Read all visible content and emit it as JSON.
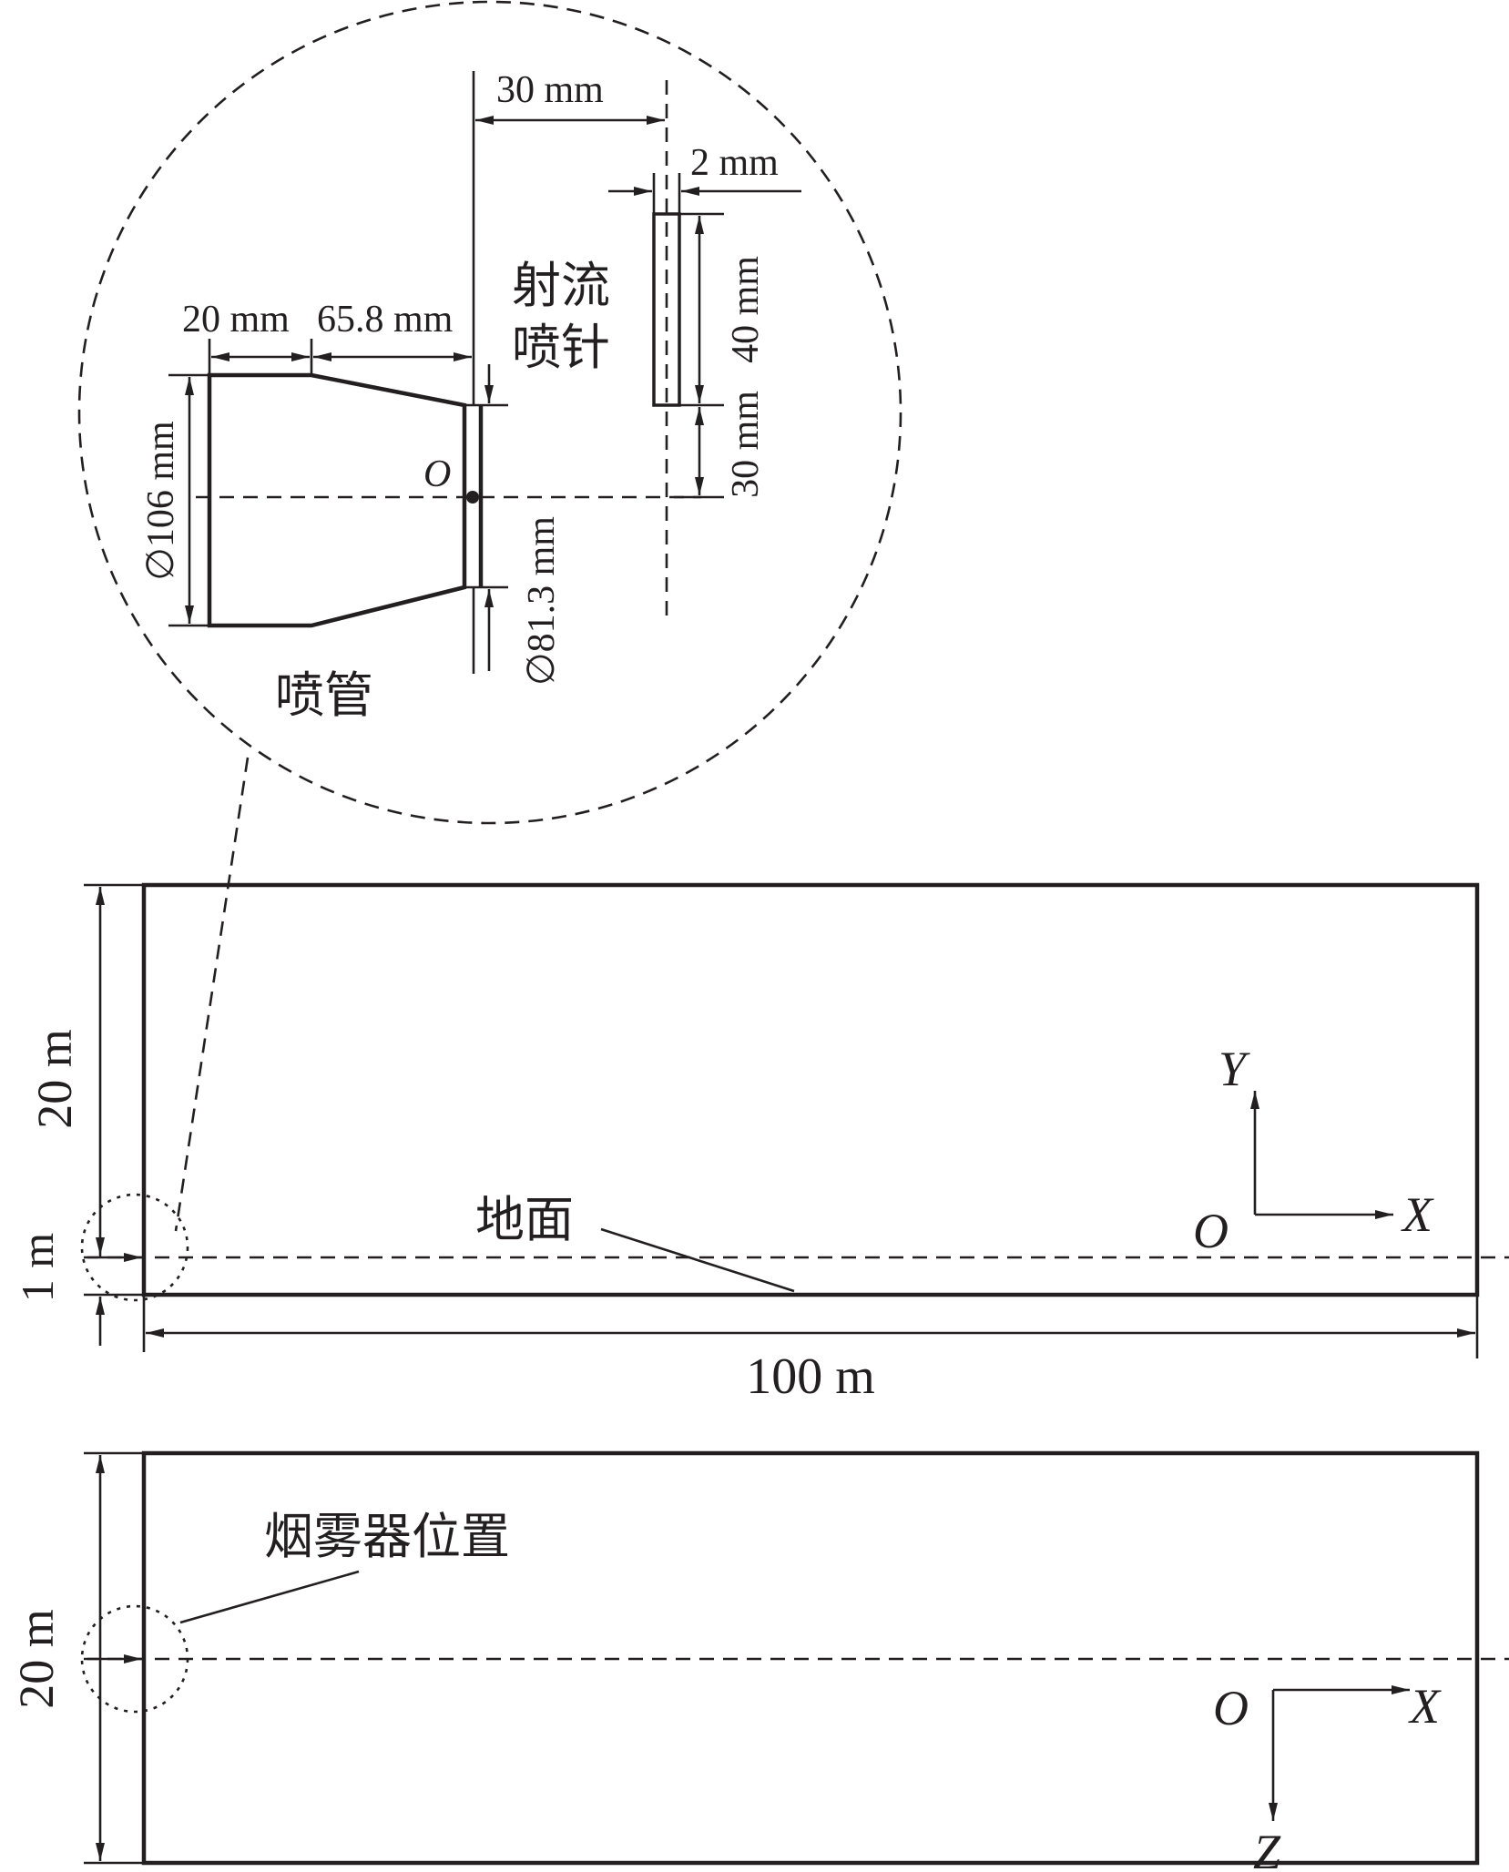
{
  "detail": {
    "dim_30mm_top": "30 mm",
    "dim_2mm": "2 mm",
    "label_jet_needle": [
      "射流",
      "喷针"
    ],
    "dim_20mm": "20 mm",
    "dim_65_8mm": "65.8 mm",
    "dim_40mm": "40 mm",
    "dim_30mm_side": "30 mm",
    "dim_d106": "∅106 mm",
    "origin_label": "O",
    "dim_d81_3": "∅81.3 mm",
    "label_nozzle": "喷管"
  },
  "side_view": {
    "dim_height": "20 m",
    "dim_offset": "1 m",
    "dim_length": "100 m",
    "label_ground": "地面",
    "axis_y": "Y",
    "axis_x": "X",
    "origin": "O"
  },
  "top_view": {
    "dim_width": "20 m",
    "label_smoke": "烟雾器位置",
    "axis_x": "X",
    "axis_z": "Z",
    "origin": "O"
  }
}
